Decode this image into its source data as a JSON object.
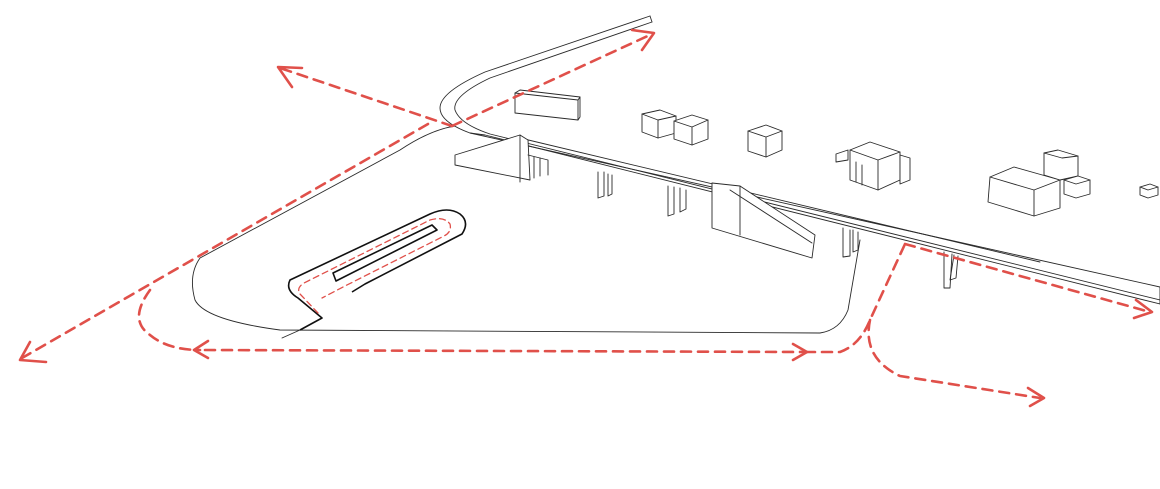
{
  "colors": {
    "background": "#ffffff",
    "linework": "#2a2a2a",
    "route": "#e0504a"
  },
  "diagram": {
    "style": "axonometric line drawing",
    "elements": [
      "elevated-walkway",
      "landscape-platform",
      "ramp",
      "support-piers",
      "buildings",
      "circulation-arrows"
    ],
    "circulation_arrows_count": 7
  }
}
